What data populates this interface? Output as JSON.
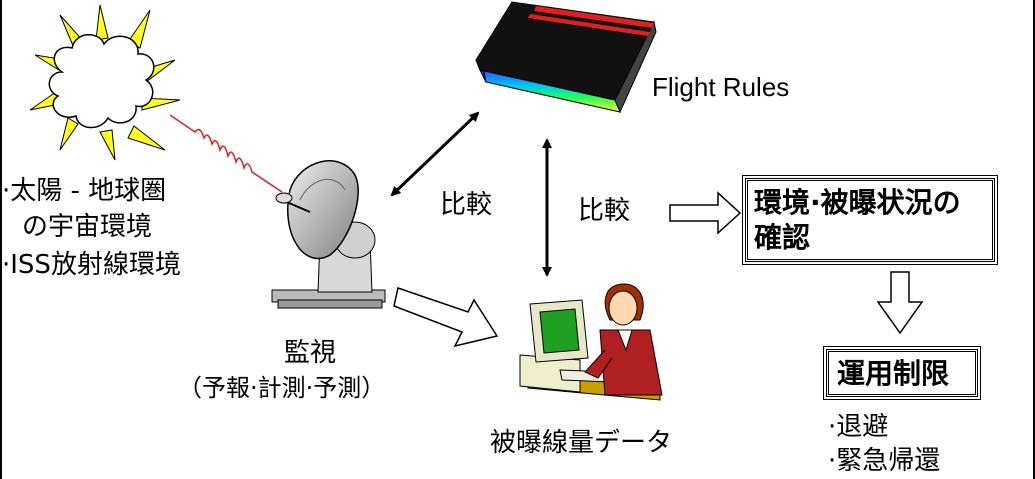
{
  "sources": {
    "item1_line1": "·太陽 - 地球圏",
    "item1_line2": "の宇宙環境",
    "item2": "·ISS放射線環境"
  },
  "book_label": "Flight Rules",
  "compare_left": "比較",
  "compare_right": "比較",
  "monitor": {
    "title": "監視",
    "subtitle": "（予報·計測·予測）"
  },
  "dose_data_label": "被曝線量データ",
  "confirm_box": {
    "line1": "環境·被曝状況の",
    "line2": "確認"
  },
  "restriction_box": {
    "label": "運用制限"
  },
  "actions": {
    "item1": "·退避",
    "item2": "·緊急帰還"
  }
}
